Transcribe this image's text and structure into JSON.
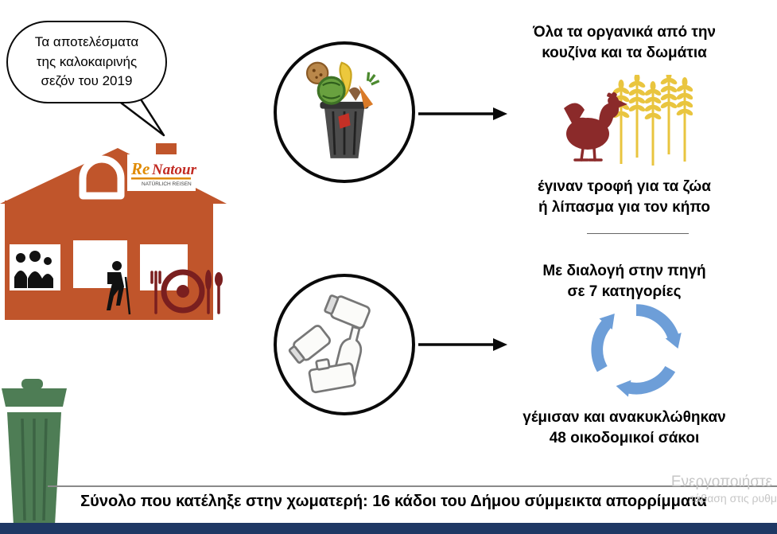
{
  "bubble": {
    "lines": [
      "Τα αποτελέσματα",
      "της καλοκαιρινής",
      "σεζόν του 2019"
    ]
  },
  "house": {
    "logo_re": "Re",
    "logo_natour": "Natour",
    "logo_tagline": "NATÜRLICH REISEN"
  },
  "organic": {
    "heading": [
      "Όλα τα οργανικά από την",
      "κουζίνα και τα δωμάτια"
    ],
    "caption": [
      "έγιναν  τροφή για τα ζώα",
      "ή λίπασμα για τον κήπο"
    ]
  },
  "recycling": {
    "heading": [
      "Με διαλογή στην πηγή",
      "σε 7 κατηγορίες"
    ],
    "caption": [
      "γέμισαν και ανακυκλώθηκαν",
      "48 οικοδομικοί σάκοι"
    ]
  },
  "footer": {
    "total": "Σύνολο που κατέληξε στην χωματερή:  16 κάδοι του Δήμου σύμμεικτα απορρίμματα"
  },
  "watermark": {
    "line1": "Ενεργοποιήστε",
    "line2": "τάβαση στις ρυθμ"
  },
  "icons": {
    "compost_bin": "compost-bin-with-food-scraps",
    "recyclables": "glass-jars-and-bottle",
    "chicken": "hen-silhouette",
    "wheat": "wheat-stalks",
    "recycle": "recycling-arrows",
    "trash_can": "municipal-trash-can",
    "house": "guesthouse-with-renatour-logo",
    "arrow": "right-arrow"
  },
  "colors": {
    "house": "#c0552b",
    "trash-can": "#4e7d55",
    "recycle": "#6d9ed8",
    "chicken": "#8b2a2a",
    "wheat": "#e9c53f",
    "bottom-bar": "#1e3864",
    "watermark": "#c6c6c6"
  }
}
